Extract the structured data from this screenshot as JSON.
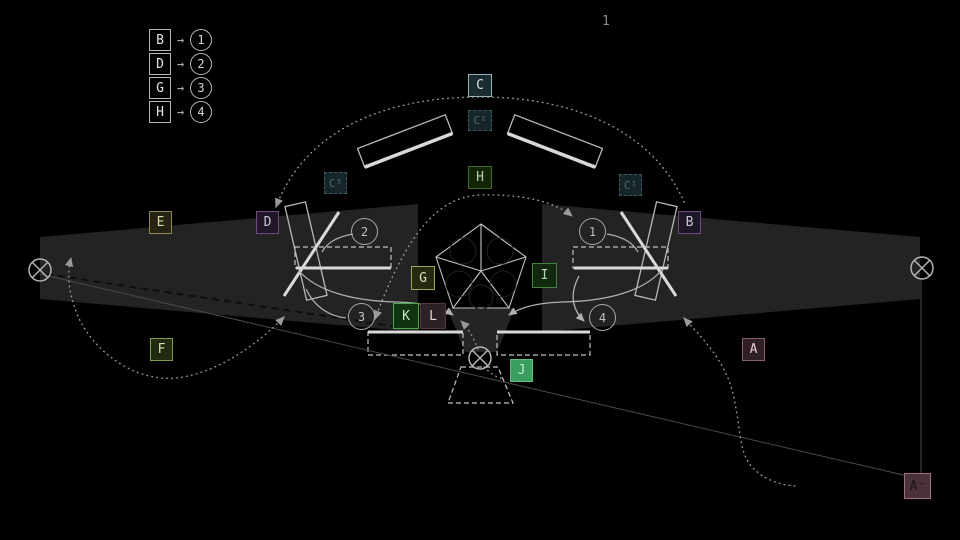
{
  "page_number": "1",
  "legend": {
    "arrow": "→",
    "items": [
      {
        "source": "B",
        "target": "1"
      },
      {
        "source": "D",
        "target": "2"
      },
      {
        "source": "G",
        "target": "3"
      },
      {
        "source": "H",
        "target": "4"
      }
    ]
  },
  "markers": {
    "c": "C",
    "c1": "C¹",
    "c2": "C²",
    "c3": "C³",
    "h": "H",
    "e": "E",
    "d": "D",
    "b": "B",
    "g": "G",
    "i": "I",
    "k": "K",
    "l": "L",
    "j": "J",
    "f": "F",
    "a": "A",
    "a_minus": "A⁻"
  },
  "callouts": {
    "one": "1",
    "two": "2",
    "three": "3",
    "four": "4"
  },
  "icons": [
    "circle-x-icon",
    "arrowhead-icon"
  ],
  "colors": {
    "background": "#000000",
    "wing_fill": "#232323",
    "outline_light": "#b8b8b8",
    "bright_edge": "#d9d9d9",
    "dotted_path": "#9a9a9a",
    "teal_border": "#93b3b8",
    "green_h_border": "#3f6a2f",
    "olive_border": "#8d894e",
    "purple_border": "#6d4c82",
    "g_border": "#97a75e",
    "i_border": "#41823f",
    "k_border": "#4ca94e",
    "l_border": "#503841",
    "j_fill": "#3b9e61",
    "f_border": "#7e9b50",
    "a_border": "#8a5e6c",
    "a_minus_fill": "#4b3139"
  }
}
